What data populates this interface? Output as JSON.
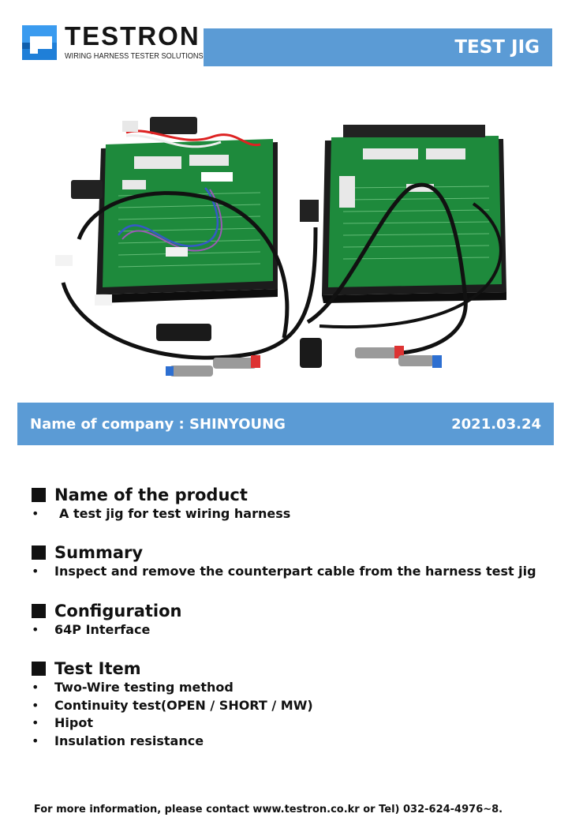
{
  "header": {
    "logo_name": "TESTRON",
    "logo_tagline": "WIRING HARNESS TESTER SOLUTIONS",
    "title": "TEST JIG"
  },
  "company": {
    "label": "Name of company : SHINYOUNG",
    "date": "2021.03.24"
  },
  "sections": [
    {
      "heading": "Name of the product",
      "items": [
        "A test jig for test wiring harness"
      ]
    },
    {
      "heading": "Summary",
      "items": [
        "Inspect and remove the counterpart cable from the harness test jig"
      ]
    },
    {
      "heading": "Configuration",
      "items": [
        "64P Interface"
      ]
    },
    {
      "heading": "Test Item",
      "items": [
        "Two-Wire testing method",
        "Continuity test(OPEN / SHORT / MW)",
        "Hipot",
        "Insulation resistance"
      ]
    }
  ],
  "footer": "For more information, please contact www.testron.co.kr or Tel) 032-624-4976~8.",
  "colors": {
    "accent": "#5b9bd5",
    "logo_blue": "#1f7fd8",
    "pcb_green": "#1e8a3c"
  },
  "icons": [
    "testron-logo-icon"
  ]
}
